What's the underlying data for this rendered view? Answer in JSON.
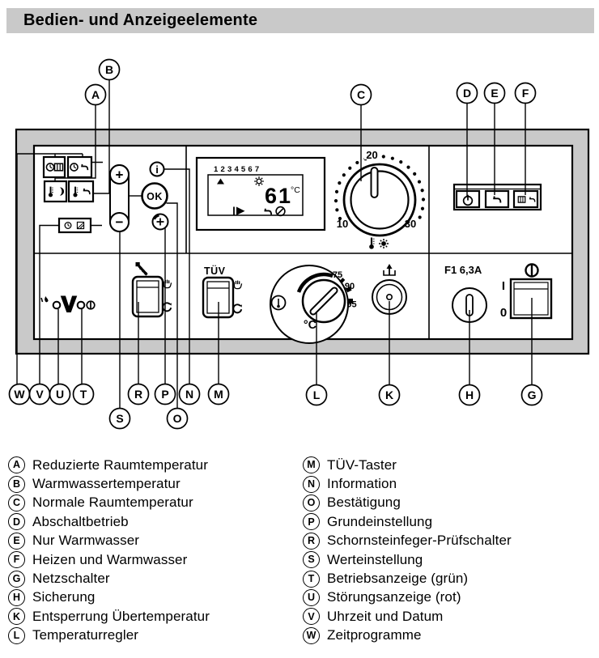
{
  "title": "Bedien- und Anzeigeelemente",
  "callouts": {
    "a": "A",
    "b": "B",
    "c": "C",
    "d": "D",
    "e": "E",
    "f": "F",
    "g": "G",
    "h": "H",
    "k": "K",
    "l": "L",
    "m": "M",
    "n": "N",
    "o": "O",
    "p": "P",
    "r": "R",
    "s": "S",
    "t": "T",
    "u": "U",
    "v": "V",
    "w": "W"
  },
  "panel": {
    "display": {
      "day_numbers": "1234567",
      "temperature": "61",
      "unit": "°C"
    },
    "value_buttons": {
      "plus": "+",
      "minus": "−"
    },
    "info_button": "i",
    "ok_button": "OK",
    "room_dial": {
      "min": "10",
      "mid": "20",
      "max": "30"
    },
    "tuv_switch_label": "TÜV",
    "temp_dial": {
      "mark1": "75",
      "mark2": "90",
      "mark3": "95",
      "unit": "°C"
    },
    "fuse_label": "F1 6,3A",
    "power_switch": {
      "on": "I",
      "off": "0"
    },
    "brand_logo": "V"
  },
  "legend": {
    "left": [
      {
        "letter": "A",
        "text": "Reduzierte Raumtemperatur"
      },
      {
        "letter": "B",
        "text": "Warmwassertemperatur"
      },
      {
        "letter": "C",
        "text": "Normale Raumtemperatur"
      },
      {
        "letter": "D",
        "text": "Abschaltbetrieb"
      },
      {
        "letter": "E",
        "text": "Nur Warmwasser"
      },
      {
        "letter": "F",
        "text": "Heizen und Warmwasser"
      },
      {
        "letter": "G",
        "text": "Netzschalter"
      },
      {
        "letter": "H",
        "text": "Sicherung"
      },
      {
        "letter": "K",
        "text": "Entsperrung Übertemperatur"
      },
      {
        "letter": "L",
        "text": "Temperaturregler"
      }
    ],
    "right": [
      {
        "letter": "M",
        "text": "TÜV-Taster"
      },
      {
        "letter": "N",
        "text": "Information"
      },
      {
        "letter": "O",
        "text": "Bestätigung"
      },
      {
        "letter": "P",
        "text": "Grundeinstellung"
      },
      {
        "letter": "R",
        "text": "Schornsteinfeger-Prüfschalter"
      },
      {
        "letter": "S",
        "text": "Werteinstellung"
      },
      {
        "letter": "T",
        "text": "Betriebsanzeige (grün)"
      },
      {
        "letter": "U",
        "text": "Störungsanzeige (rot)"
      },
      {
        "letter": "V",
        "text": "Uhrzeit und Datum"
      },
      {
        "letter": "W",
        "text": "Zeitprogramme"
      }
    ]
  }
}
